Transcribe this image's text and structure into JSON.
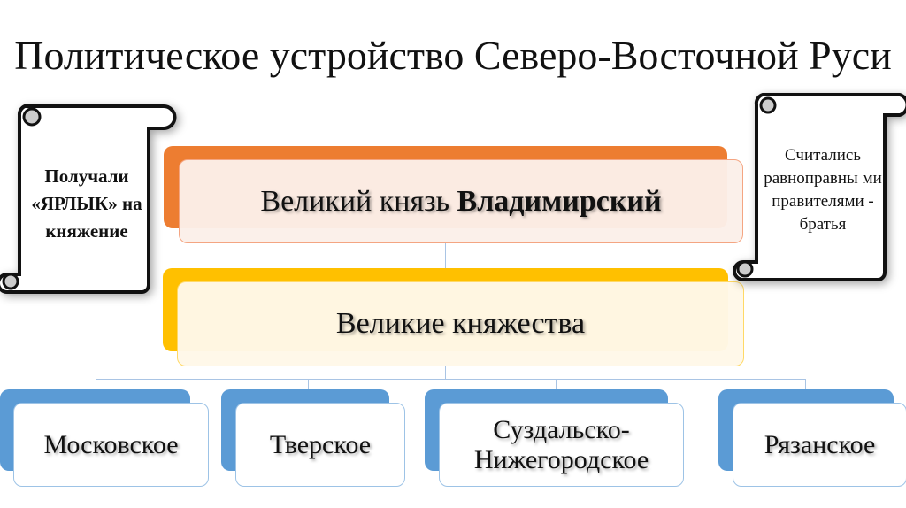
{
  "title": "Политическое устройство Северо-Восточной Руси",
  "top_box": {
    "text_regular": "Великий князь ",
    "text_bold": "Владимирский",
    "accent": "#ed7d31",
    "fill": "#fbefe9"
  },
  "middle_box": {
    "text": "Великие княжества",
    "accent": "#ffc000",
    "fill": "#fff8e8"
  },
  "principalities": {
    "accent": "#5b9bd5",
    "items": [
      {
        "label": "Московское"
      },
      {
        "label": "Тверское"
      },
      {
        "label": "Суздальско-Нижегородское"
      },
      {
        "label": "Рязанское"
      }
    ]
  },
  "left_scroll": {
    "text": "Получали «ЯРЛЫК» на княжение"
  },
  "right_scroll": {
    "text": "Считались равноправны ми правителями - братья"
  }
}
